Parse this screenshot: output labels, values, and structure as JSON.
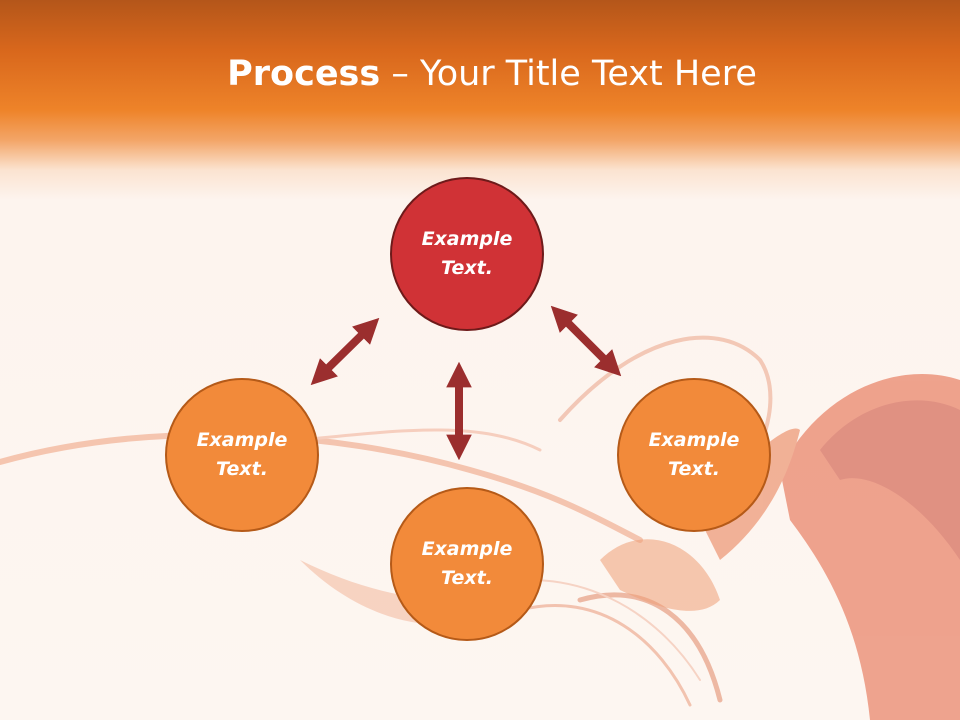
{
  "title": {
    "bold": "Process",
    "rest": " – Your Title Text Here"
  },
  "nodes": {
    "top": {
      "line1": "Example",
      "line2": "Text."
    },
    "left": {
      "line1": "Example",
      "line2": "Text."
    },
    "right": {
      "line1": "Example",
      "line2": "Text."
    },
    "bottom": {
      "line1": "Example",
      "line2": "Text."
    }
  },
  "colors": {
    "header_orange": "#ee8329",
    "top_node": "#d03236",
    "other_nodes": "#f28a3a",
    "arrows": "#9b2e2e"
  }
}
